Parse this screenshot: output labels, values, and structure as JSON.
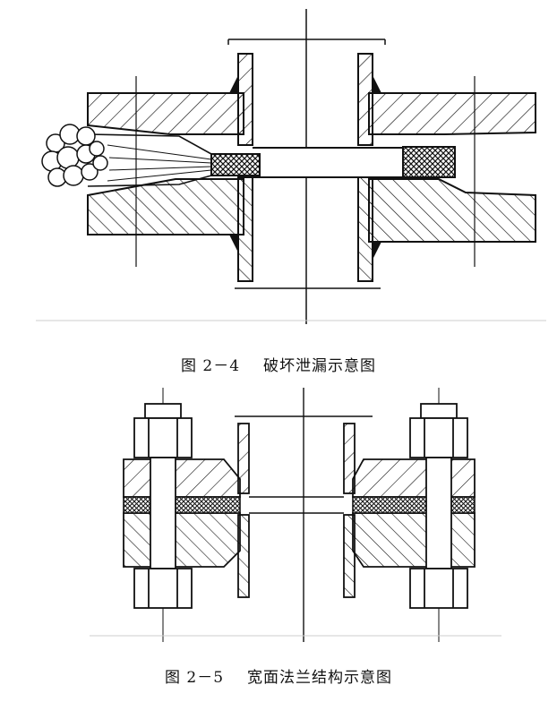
{
  "figures": [
    {
      "number": "图 2－4",
      "title": "破坏泄漏示意图",
      "drawing": "flange-leak-cross-section"
    },
    {
      "number": "图 2－5",
      "title": "宽面法兰结构示意图",
      "drawing": "wide-face-flange-cross-section"
    }
  ],
  "colors": {
    "ink": "#111111",
    "background": "#ffffff",
    "gasket_fill": "#333333"
  }
}
